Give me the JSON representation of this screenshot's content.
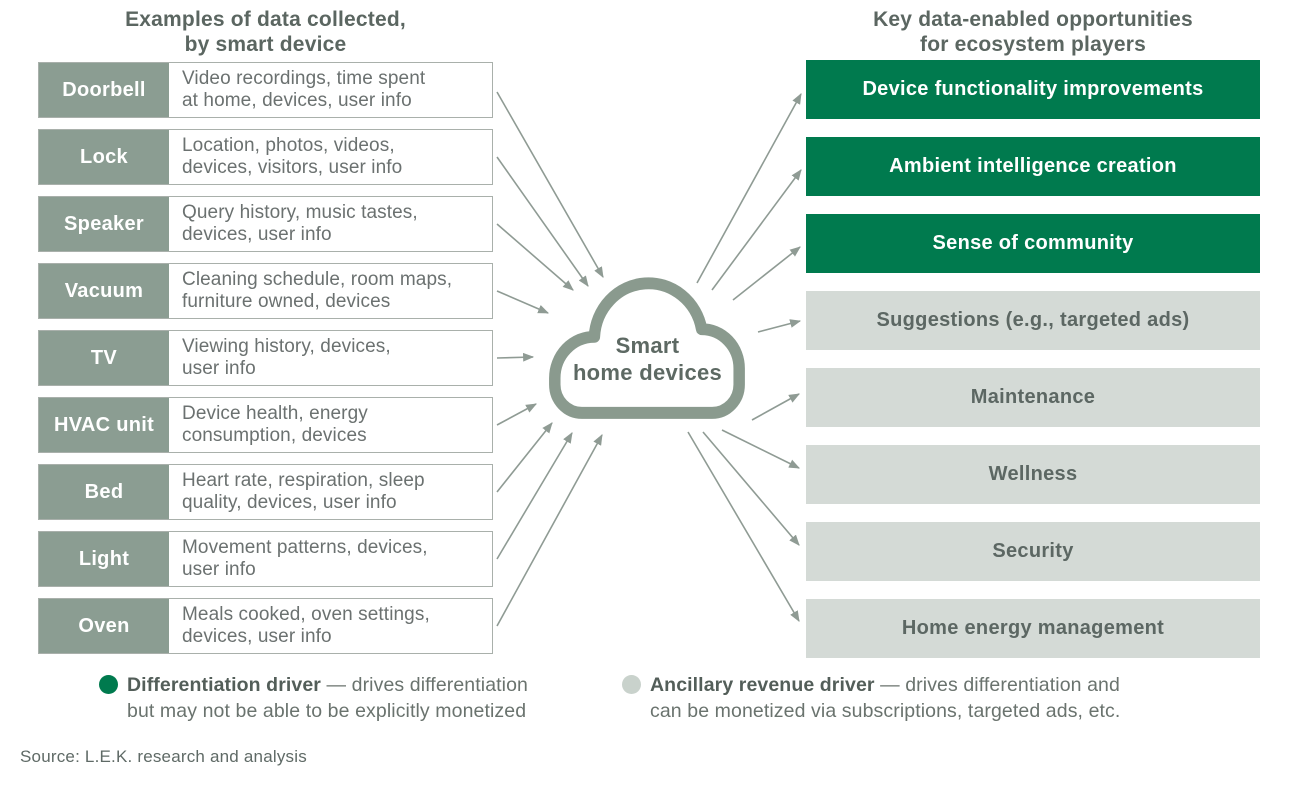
{
  "colors": {
    "differentiation_green": "#007a4e",
    "ancillary_gray": "#d4dad6",
    "device_label_sage": "#8b9d92",
    "arrow_gray": "#8f9b94"
  },
  "left_panel": {
    "title_line1": "Examples of data collected,",
    "title_line2": "by smart device",
    "items": [
      {
        "label": "Doorbell",
        "desc_line1": "Video recordings, time spent",
        "desc_line2": "at home, devices, user info"
      },
      {
        "label": "Lock",
        "desc_line1": "Location, photos, videos,",
        "desc_line2": "devices, visitors, user info"
      },
      {
        "label": "Speaker",
        "desc_line1": "Query history, music tastes,",
        "desc_line2": "devices, user info"
      },
      {
        "label": "Vacuum",
        "desc_line1": "Cleaning schedule, room maps,",
        "desc_line2": "furniture owned, devices"
      },
      {
        "label": "TV",
        "desc_line1": "Viewing history, devices,",
        "desc_line2": "user info"
      },
      {
        "label": "HVAC unit",
        "desc_line1": "Device health, energy",
        "desc_line2": "consumption, devices"
      },
      {
        "label": "Bed",
        "desc_line1": "Heart rate, respiration, sleep",
        "desc_line2": "quality, devices, user info"
      },
      {
        "label": "Light",
        "desc_line1": "Movement patterns, devices,",
        "desc_line2": "user info"
      },
      {
        "label": "Oven",
        "desc_line1": "Meals cooked, oven settings,",
        "desc_line2": "devices, user info"
      }
    ]
  },
  "center_cloud": {
    "label_line1": "Smart",
    "label_line2": "home devices"
  },
  "right_panel": {
    "title_line1": "Key data-enabled opportunities",
    "title_line2": "for ecosystem players",
    "items": [
      {
        "label": "Device functionality improvements",
        "type": "differentiation"
      },
      {
        "label": "Ambient intelligence creation",
        "type": "differentiation"
      },
      {
        "label": "Sense of community",
        "type": "differentiation"
      },
      {
        "label": "Suggestions (e.g., targeted ads)",
        "type": "ancillary"
      },
      {
        "label": "Maintenance",
        "type": "ancillary"
      },
      {
        "label": "Wellness",
        "type": "ancillary"
      },
      {
        "label": "Security",
        "type": "ancillary"
      },
      {
        "label": "Home energy management",
        "type": "ancillary"
      }
    ]
  },
  "legend": {
    "differentiation": {
      "term": "Differentiation driver",
      "rest_line1": " — drives differentiation",
      "line2": "but may not be able to be explicitly monetized"
    },
    "ancillary": {
      "term": "Ancillary revenue driver",
      "rest_line1": " — drives differentiation and",
      "line2": "can be monetized via subscriptions, targeted ads, etc."
    }
  },
  "source": "Source: L.E.K. research and analysis"
}
